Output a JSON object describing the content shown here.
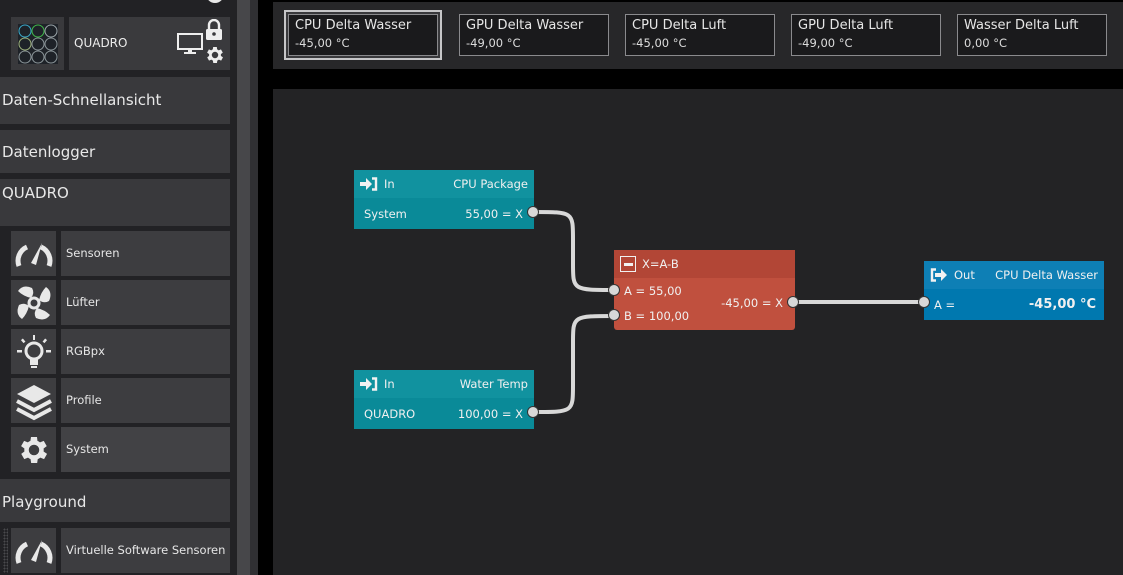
{
  "sidebar": {
    "device": {
      "name": "QUADRO",
      "thumbnail": "quadro-dashboard-thumbnail"
    },
    "icons": {
      "info": "info-icon",
      "monitor": "monitor-icon",
      "lock": "lock-icon",
      "settings": "gear-icon"
    },
    "sections": [
      {
        "label": "Daten-Schnellansicht"
      },
      {
        "label": "Datenlogger"
      },
      {
        "label": "QUADRO"
      }
    ],
    "quadro_items": [
      {
        "label": "Sensoren",
        "icon": "gauge-icon"
      },
      {
        "label": "Lüfter",
        "icon": "fan-icon"
      },
      {
        "label": "RGBpx",
        "icon": "lightbulb-icon"
      },
      {
        "label": "Profile",
        "icon": "layers-icon"
      },
      {
        "label": "System",
        "icon": "gear-icon"
      }
    ],
    "playground": {
      "label": "Playground",
      "items": [
        {
          "label": "Virtuelle Software Sensoren",
          "icon": "gauge-icon"
        }
      ]
    }
  },
  "sensor_tiles": [
    {
      "name": "CPU Delta Wasser",
      "value": "-45,00 °C",
      "selected": true
    },
    {
      "name": "GPU Delta Wasser",
      "value": "-49,00 °C",
      "selected": false
    },
    {
      "name": "CPU Delta Luft",
      "value": "-45,00 °C",
      "selected": false
    },
    {
      "name": "GPU Delta Luft",
      "value": "-49,00 °C",
      "selected": false
    },
    {
      "name": "Wasser Delta Luft",
      "value": "0,00 °C",
      "selected": false
    }
  ],
  "graph": {
    "input_nodes": [
      {
        "type": "In",
        "sensor": "CPU Package",
        "source": "System",
        "output": "55,00 = X"
      },
      {
        "type": "In",
        "sensor": "Water Temp",
        "source": "QUADRO",
        "output": "100,00 = X"
      }
    ],
    "operator_node": {
      "formula": "X=A-B",
      "input_a": "A = 55,00",
      "input_b": "B = 100,00",
      "output": "-45,00 = X"
    },
    "output_node": {
      "type": "Out",
      "sensor": "CPU Delta Wasser",
      "input": "A =",
      "value": "-45,00 °C"
    },
    "colors": {
      "input": "#0a8c9b",
      "operator": "#c0503e",
      "output": "#0078b0",
      "wire": "#d8d8d8"
    }
  }
}
